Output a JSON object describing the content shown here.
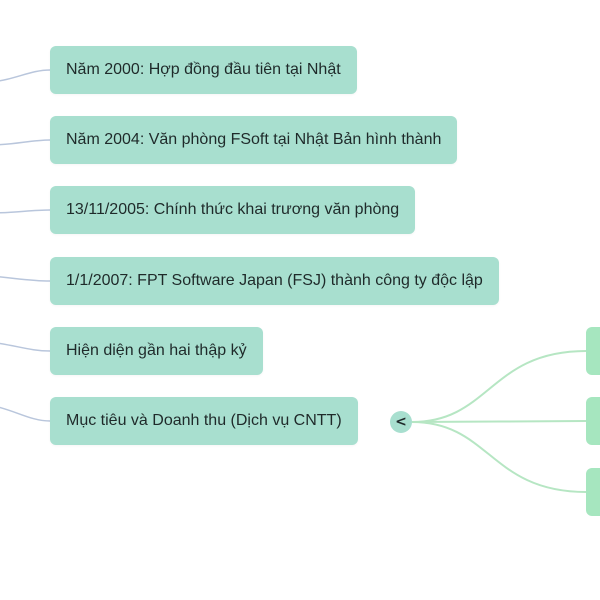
{
  "colors": {
    "node_fill": "#a8dfcf",
    "child_fill": "#a6e6bf",
    "left_connector": "#b9c6dc",
    "right_connector": "#b6e6c3",
    "text": "#1f2a2a"
  },
  "nodes": [
    {
      "label": "Năm 2000: Hợp đồng đầu tiên tại Nhật"
    },
    {
      "label": "Năm 2004: Văn phòng FSoft tại Nhật Bản hình thành"
    },
    {
      "label": "13/11/2005: Chính thức khai trương văn phòng"
    },
    {
      "label": "1/1/2007: FPT Software Japan (FSJ) thành công ty độc lập"
    },
    {
      "label": "Hiện diện gần hai thập kỷ"
    },
    {
      "label": "Mục tiêu và Doanh thu (Dịch vụ CNTT)"
    }
  ],
  "collapse_toggle": {
    "glyph": "<"
  },
  "child_nodes": [
    {
      "label": ""
    },
    {
      "label": ""
    },
    {
      "label": ""
    }
  ]
}
